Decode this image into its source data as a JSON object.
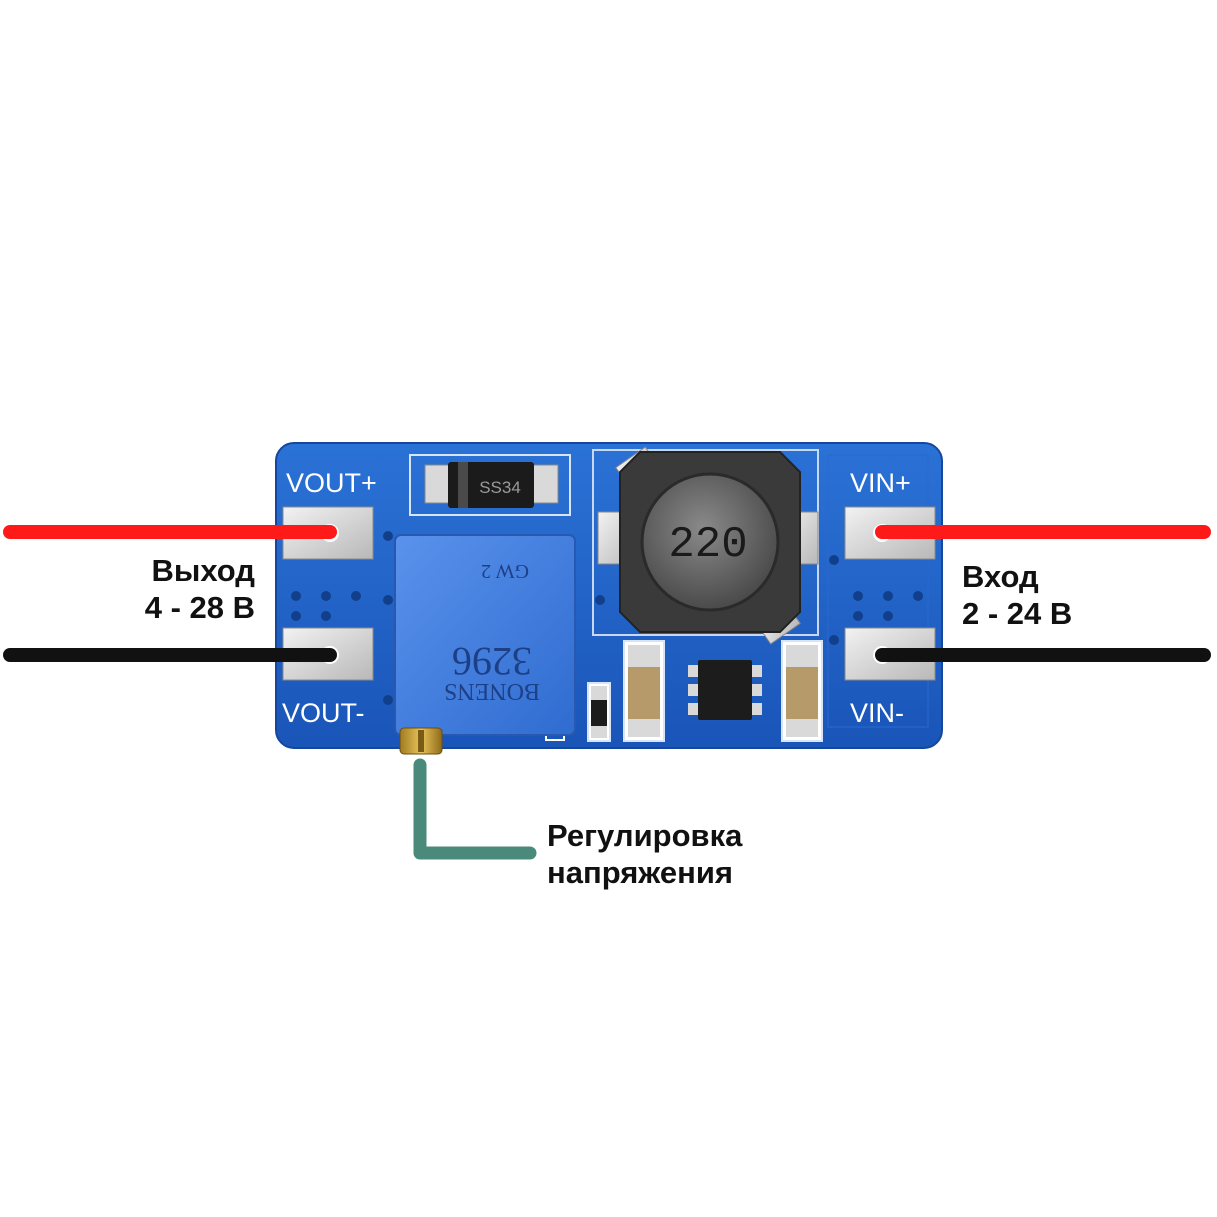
{
  "board": {
    "silkscreen": {
      "vout_plus": "VOUT+",
      "vout_minus": "VOUT-",
      "vin_plus": "VIN+",
      "vin_minus": "VIN-"
    },
    "inductor_marking": "220",
    "diode_marking": "SS34",
    "trimpot_marking_1": "3296",
    "trimpot_marking_2": "BONENS",
    "trimpot_marking_3": "GW 2"
  },
  "annotations": {
    "output": {
      "line1": "Выход",
      "line2": "4 - 28 В"
    },
    "input": {
      "line1": "Вход",
      "line2": "2 - 24 В"
    },
    "adjust": {
      "line1": "Регулировка",
      "line2": "напряжения"
    }
  },
  "colors": {
    "pcb": "#1e5fc4",
    "wire_positive": "#ff1a1a",
    "wire_negative": "#111111",
    "pointer": "#4a8a7a",
    "trimpot": "#3f7fe0"
  }
}
